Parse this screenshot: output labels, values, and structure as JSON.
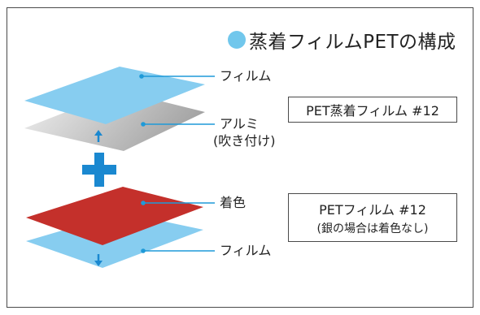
{
  "title": "蒸着フィルムPETの構成",
  "colors": {
    "film": "#87cdf0",
    "foil_light": "#f0f0f0",
    "foil_dark": "#a4a4a4",
    "colored_layer": "#c4302b",
    "plus": "#1a88d0",
    "leader": "#1f9ad8",
    "border": "#4a4a4a"
  },
  "upper_stack": {
    "layers": [
      {
        "label": "フィルム"
      },
      {
        "label": "アルミ",
        "label_sub": "(吹き付け)"
      }
    ],
    "spec_box": {
      "text": "PET蒸着フィルム  #12"
    }
  },
  "plus_icon": "plus-icon",
  "lower_stack": {
    "layers": [
      {
        "label": "着色"
      },
      {
        "label": "フィルム"
      }
    ],
    "spec_box": {
      "text": "PETフィルム  #12",
      "note": "(銀の場合は着色なし)"
    }
  }
}
